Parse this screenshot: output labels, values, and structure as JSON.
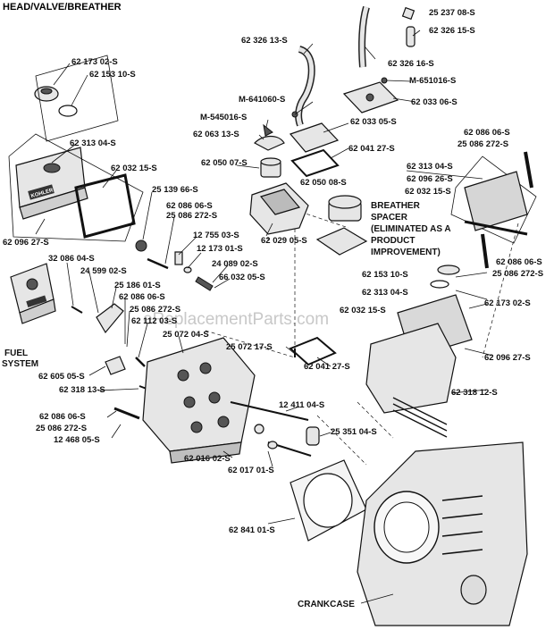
{
  "title": "HEAD/VALVE/BREATHER",
  "watermark": "eReplacementParts.com",
  "labels": [
    {
      "id": "l01",
      "text": "25 237 08-S"
    },
    {
      "id": "l02",
      "text": "62 326 13-S"
    },
    {
      "id": "l03",
      "text": "62 326 15-S"
    },
    {
      "id": "l04",
      "text": "62 173 02-S"
    },
    {
      "id": "l05",
      "text": "62 153 10-S"
    },
    {
      "id": "l06",
      "text": "62 326 16-S"
    },
    {
      "id": "l07",
      "text": "M-641060-S"
    },
    {
      "id": "l08",
      "text": "M-651016-S"
    },
    {
      "id": "l09",
      "text": "62 033 06-S"
    },
    {
      "id": "l10",
      "text": "M-545016-S"
    },
    {
      "id": "l11",
      "text": "62 033 05-S"
    },
    {
      "id": "l12",
      "text": "62 063 13-S"
    },
    {
      "id": "l13",
      "text": "62 313 04-S"
    },
    {
      "id": "l14",
      "text": "62 041 27-S"
    },
    {
      "id": "l15",
      "text": "62 086 06-S"
    },
    {
      "id": "l16",
      "text": "25 086 272-S"
    },
    {
      "id": "l17",
      "text": "62 032 15-S"
    },
    {
      "id": "l18",
      "text": "62 050 07-S"
    },
    {
      "id": "l19",
      "text": "62 313 04-S"
    },
    {
      "id": "l20",
      "text": "62 050 08-S"
    },
    {
      "id": "l21",
      "text": "62 096 26-S"
    },
    {
      "id": "l22",
      "text": "62 032 15-S"
    },
    {
      "id": "l23",
      "text": "25 139 66-S"
    },
    {
      "id": "l24",
      "text": "62 086 06-S"
    },
    {
      "id": "l25",
      "text": "25 086 272-S"
    },
    {
      "id": "l26",
      "text": "62 096 27-S"
    },
    {
      "id": "l27",
      "text": "12 755 03-S"
    },
    {
      "id": "l28",
      "text": "12 173 01-S"
    },
    {
      "id": "l29",
      "text": "62 029 05-S"
    },
    {
      "id": "l30",
      "text": "32 086 04-S"
    },
    {
      "id": "l31",
      "text": "24 089 02-S"
    },
    {
      "id": "l32",
      "text": "62 086 06-S"
    },
    {
      "id": "l33",
      "text": "24 599 02-S"
    },
    {
      "id": "l34",
      "text": "25 086 272-S"
    },
    {
      "id": "l35",
      "text": "66 032 05-S"
    },
    {
      "id": "l36",
      "text": "25 186 01-S"
    },
    {
      "id": "l37",
      "text": "62 153 10-S"
    },
    {
      "id": "l38",
      "text": "62 086 06-S"
    },
    {
      "id": "l39",
      "text": "62 313 04-S"
    },
    {
      "id": "l40",
      "text": "62 173 02-S"
    },
    {
      "id": "l41",
      "text": "25 086 272-S"
    },
    {
      "id": "l42",
      "text": "62 112 03-S"
    },
    {
      "id": "l43",
      "text": "62 032 15-S"
    },
    {
      "id": "l44",
      "text": "25 072 04-S"
    },
    {
      "id": "l45",
      "text": "25 072 17-S"
    },
    {
      "id": "l46",
      "text": "62 096 27-S"
    },
    {
      "id": "l47",
      "text": "62 605 05-S"
    },
    {
      "id": "l48",
      "text": "62 041 27-S"
    },
    {
      "id": "l49",
      "text": "62 318 13-S"
    },
    {
      "id": "l50",
      "text": "62 318 12-S"
    },
    {
      "id": "l51",
      "text": "12 411 04-S"
    },
    {
      "id": "l52",
      "text": "62 086 06-S"
    },
    {
      "id": "l53",
      "text": "25 351 04-S"
    },
    {
      "id": "l54",
      "text": "25 086 272-S"
    },
    {
      "id": "l55",
      "text": "12 468 05-S"
    },
    {
      "id": "l56",
      "text": "62 016 02-S"
    },
    {
      "id": "l57",
      "text": "62 017 01-S"
    },
    {
      "id": "l58",
      "text": "62 841 01-S"
    }
  ],
  "notes": {
    "fuel_system": [
      "FUEL",
      "SYSTEM"
    ],
    "breather_spacer": [
      "BREATHER",
      "SPACER",
      "(ELIMINATED AS A",
      "PRODUCT",
      "IMPROVEMENT)"
    ],
    "crankcase": "CRANKCASE"
  },
  "stamp": "KOHLER"
}
